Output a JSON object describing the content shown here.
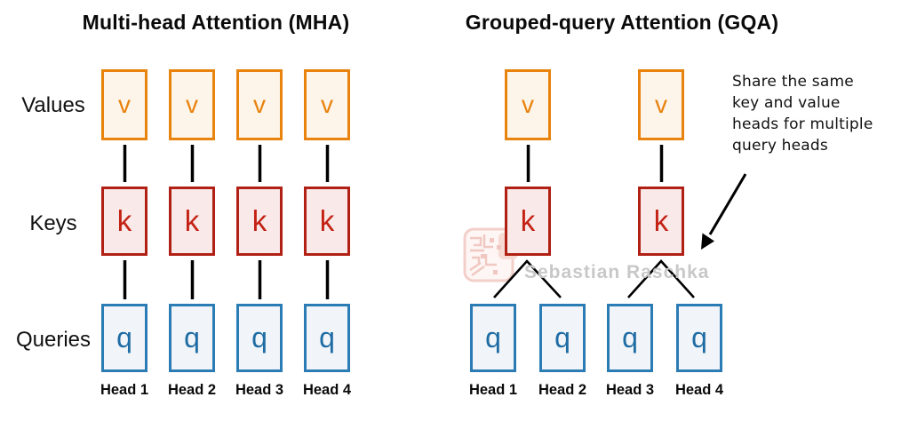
{
  "left_panel": {
    "title": "Multi-head Attention (MHA)",
    "row_labels": {
      "values": "Values",
      "keys": "Keys",
      "queries": "Queries"
    },
    "head_labels": [
      "Head 1",
      "Head 2",
      "Head 3",
      "Head 4"
    ],
    "num_heads": 4,
    "kv_groups": 4
  },
  "right_panel": {
    "title": "Grouped-query Attention (GQA)",
    "head_labels": [
      "Head 1",
      "Head 2",
      "Head 3",
      "Head 4"
    ],
    "num_heads": 4,
    "kv_groups": 2,
    "annotation_lines": [
      "Share the same",
      "key and value",
      "heads for multiple",
      "query heads"
    ]
  },
  "letters": {
    "value": "v",
    "key": "k",
    "query": "q"
  },
  "watermark": "Sebastian Raschka",
  "colors": {
    "value_border": "#E8830D",
    "value_fill": "#FDF4EA",
    "value_text": "#E8820C",
    "key_border": "#B12014",
    "key_fill": "#F9E9E8",
    "key_text": "#C32113",
    "query_border": "#2B7CB5",
    "query_fill": "#F1F5F9",
    "query_text": "#1F6CA4",
    "connector": "#000000",
    "watermark_text": "#C8C8C8",
    "stamp": "#E79C90"
  }
}
